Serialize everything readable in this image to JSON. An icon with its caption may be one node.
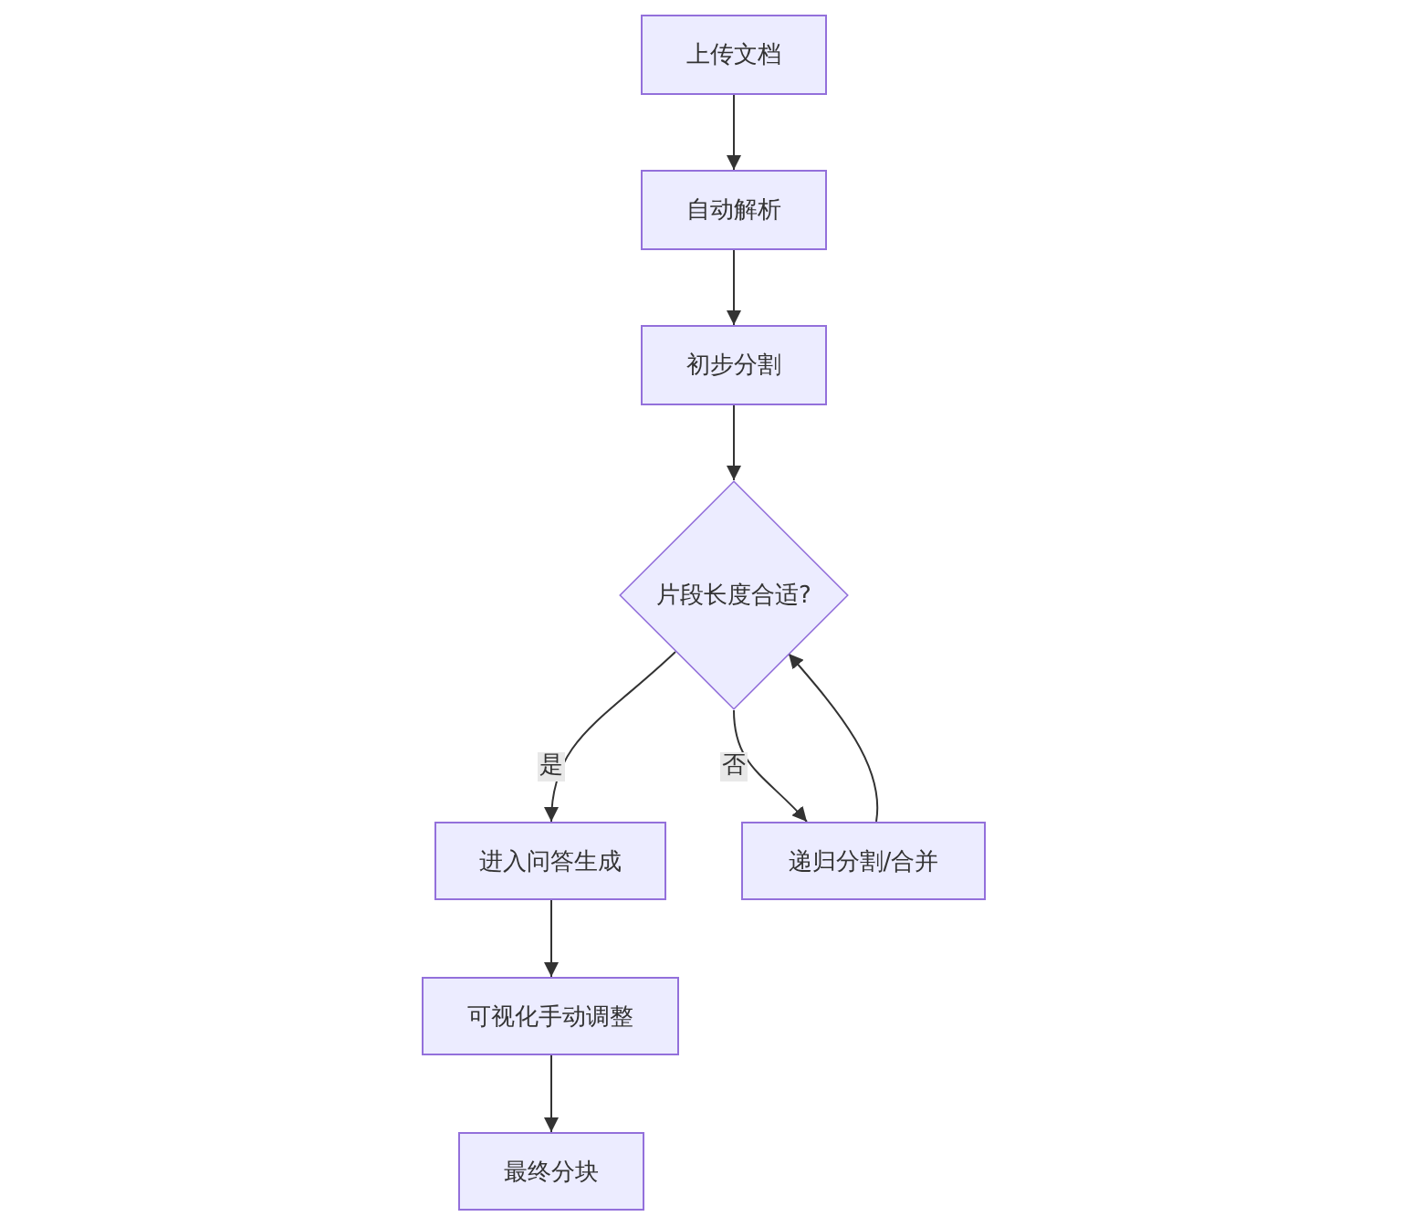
{
  "diagram": {
    "nodes": [
      {
        "text": [
          "上传文档"
        ]
      },
      {
        "text": [
          "自动解析"
        ]
      },
      {
        "text": [
          "初步分割"
        ]
      },
      {
        "text": [
          "片段长度合适?"
        ]
      },
      {
        "text": [
          "进入问答生成"
        ]
      },
      {
        "text": [
          "递归分割/合并"
        ]
      },
      {
        "text": [
          "可视化手动调整"
        ]
      },
      {
        "text": [
          "最终分块"
        ]
      }
    ],
    "edges": [
      {
        "from": 0,
        "to": 1,
        "arrow": "to"
      },
      {
        "from": 1,
        "to": 2,
        "arrow": "to"
      },
      {
        "from": 2,
        "to": 3,
        "arrow": "to"
      },
      {
        "from": 3,
        "to": 4,
        "arrow": "to",
        "label": "是"
      },
      {
        "from": 3,
        "to": 5,
        "arrow": "to",
        "label": "否"
      },
      {
        "from": 5,
        "to": 3,
        "arrow": "to"
      },
      {
        "from": 4,
        "to": 6,
        "arrow": "to"
      },
      {
        "from": 6,
        "to": 7,
        "arrow": "to"
      }
    ]
  }
}
